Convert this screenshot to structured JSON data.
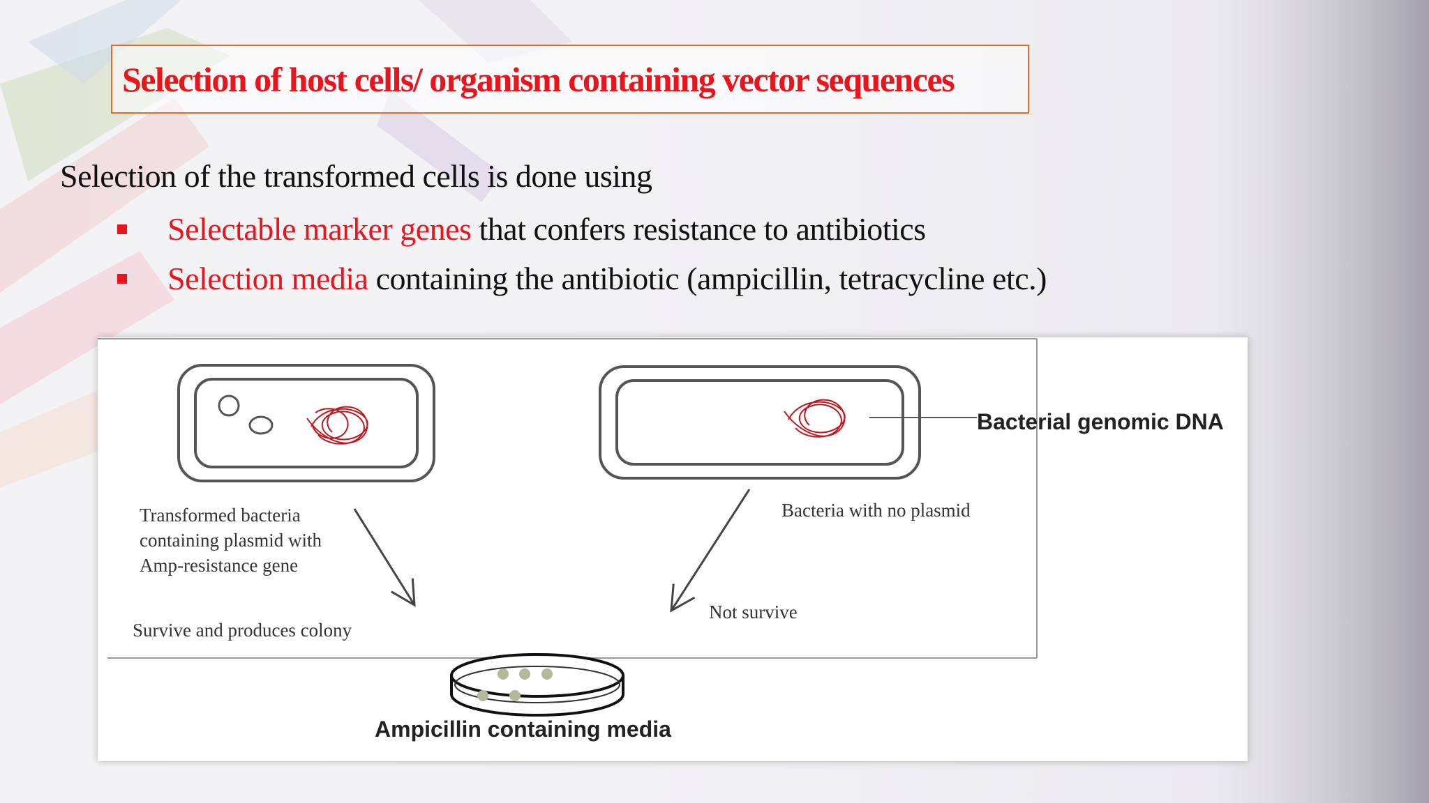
{
  "slide": {
    "title": "Selection of host cells/ organism containing vector sequences",
    "intro": "Selection of the transformed cells is done using",
    "bullets": [
      {
        "highlight": "Selectable marker genes",
        "rest": " that confers resistance to antibiotics"
      },
      {
        "highlight": "Selection media",
        "rest": " containing the antibiotic (ampicillin, tetracycline etc.)"
      }
    ]
  },
  "figure": {
    "label_genomic_dna": "Bacterial genomic DNA",
    "label_transformed": [
      "Transformed bacteria",
      "containing plasmid with",
      "Amp-resistance gene"
    ],
    "label_no_plasmid": "Bacteria with no plasmid",
    "label_not_survive": "Not survive",
    "label_survive": "Survive and produces colony",
    "label_media": "Ampicillin containing media"
  },
  "colors": {
    "accent_red": "#e8151d",
    "title_border": "#e36c2c",
    "dna_red": "#c0151d",
    "colony": "#b5b89a"
  }
}
